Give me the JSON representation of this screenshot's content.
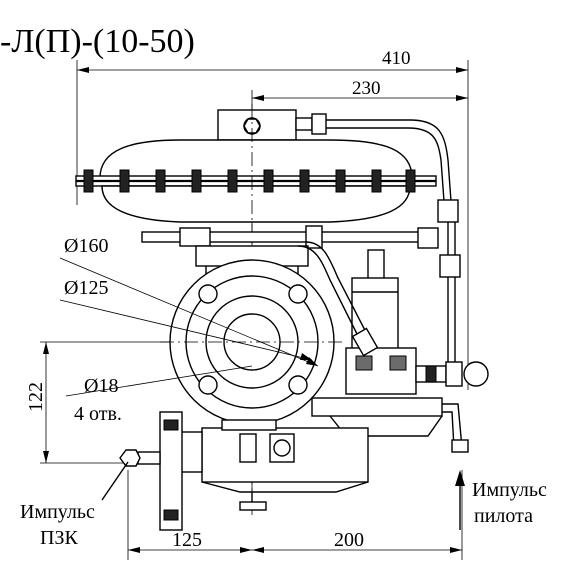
{
  "title": "-Л(П)-(10-50)",
  "dimensions": {
    "width_total": "410",
    "width_pilot": "230",
    "dia_160": "Ø160",
    "dia_125": "Ø125",
    "dia_18": "Ø18",
    "holes": "4 отв.",
    "height_122": "122",
    "bottom_left": "125",
    "bottom_right": "200"
  },
  "labels": {
    "impulse_pzk_line1": "Импульс",
    "impulse_pzk_line2": "ПЗК",
    "impulse_pilot_line1": "Импульс",
    "impulse_pilot_line2": "пилота"
  }
}
